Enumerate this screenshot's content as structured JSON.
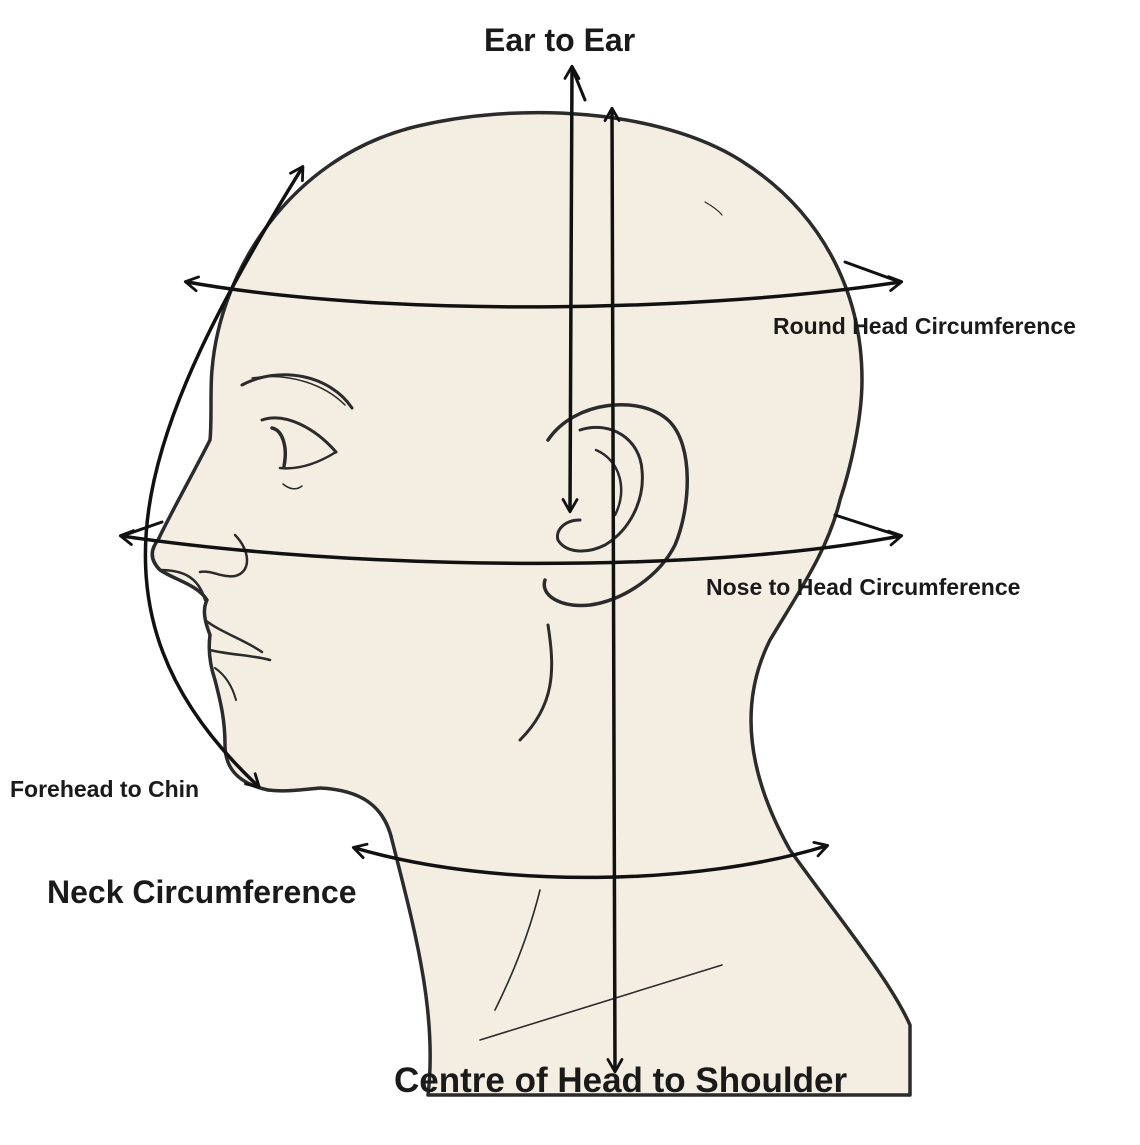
{
  "labels": {
    "ear_to_ear": "Ear to Ear",
    "round_head": "Round Head Circumference",
    "nose_to_head": "Nose to Head Circumference",
    "forehead_to_chin": "Forehead to Chin",
    "neck": "Neck Circumference",
    "centre_to_shoulder": "Centre of Head to Shoulder"
  },
  "colors": {
    "skin": "#f4ede2",
    "line": "#2b2b2b",
    "arrow": "#111111",
    "text": "#1a1a1a"
  }
}
